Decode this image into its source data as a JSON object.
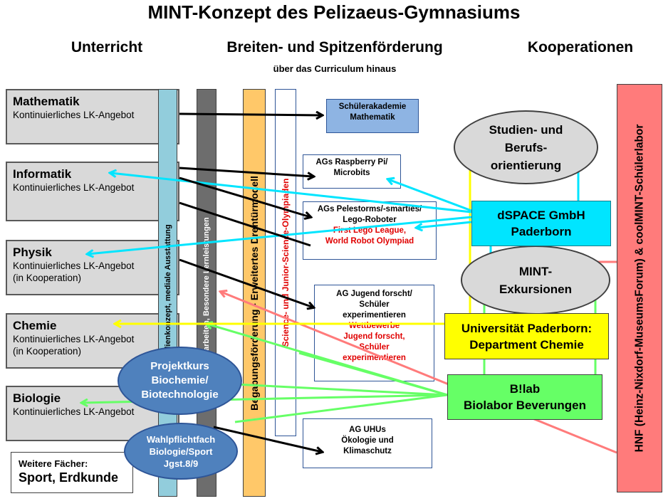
{
  "title": "MINT-Konzept des Pelizaeus-Gymnasiums",
  "columns": {
    "unterricht": "Unterricht",
    "foerderung": "Breiten- und Spitzenförderung",
    "foerderung_sub": "über das Curriculum hinaus",
    "kooperationen": "Kooperationen"
  },
  "subjects": [
    {
      "name": "Mathematik",
      "desc1": "Kontinuierliches LK-Angebot",
      "desc2": ""
    },
    {
      "name": "Informatik",
      "desc1": "Kontinuierliches LK-Angebot",
      "desc2": ""
    },
    {
      "name": "Physik",
      "desc1": "Kontinuierliches LK-Angebot",
      "desc2": "(in Kooperation)"
    },
    {
      "name": "Chemie",
      "desc1": "Kontinuierliches LK-Angebot",
      "desc2": "(in Kooperation)"
    },
    {
      "name": "Biologie",
      "desc1": "Kontinuierliches LK-Angebot",
      "desc2": ""
    }
  ],
  "weitere": {
    "label": "Weitere Fächer:",
    "value": "Sport, Erdkunde"
  },
  "bars": {
    "medien": "Medienkonzept, mediale Ausstattung",
    "facharbeiten": "Facharbeiten, Besondere Lernleistungen",
    "begabung": "Begabungsförderung - Erweitertes Drehtürmodell",
    "olympiaden": "Science- und Junior-Science-Olympiaden"
  },
  "ellipses": {
    "projektkurs": [
      "Projektkurs",
      "Biochemie/",
      "Biotechnologie"
    ],
    "wahlpflicht": [
      "Wahlpflichtfach",
      "Biologie/Sport",
      "Jgst.8/9"
    ],
    "studien": [
      "Studien- und",
      "Berufs-",
      "orientierung"
    ],
    "exkursionen": [
      "MINT-",
      "Exkursionen"
    ]
  },
  "activities": {
    "schuelerakademie": [
      "Schülerakademie",
      "Mathematik"
    ],
    "raspberry": [
      "AGs Raspberry  Pi/",
      "Microbits"
    ],
    "pelestorms": [
      "AGs Pelestorms/-smarties/",
      "Lego-Roboter"
    ],
    "pelestorms_red": [
      "First Lego League,",
      "World Robot Olympiad"
    ],
    "jugend": [
      "AG Jugend forscht/",
      "Schüler",
      "experimentieren"
    ],
    "jugend_red": [
      "Wettbewerbe",
      "Jugend forscht,",
      "Schüler",
      "experimentieren"
    ],
    "uhus": [
      "AG UHUs",
      "Ökologie und",
      "Klimaschutz"
    ]
  },
  "partners": {
    "dspace": [
      "dSPACE GmbH",
      "Paderborn"
    ],
    "uni": [
      "Universität Paderborn:",
      "Department Chemie"
    ],
    "blab": [
      "B!lab",
      "Biolabor Beverungen"
    ],
    "hnf": "HNF (Heinz-Nixdorf-MuseumsForum) & coolMINT-Schülerlabor"
  },
  "colors": {
    "cyan": "#00e5ff",
    "yellow": "#ffff00",
    "green": "#66ff66",
    "pink": "#ff7b7b",
    "blue_box": "#8eb4e3",
    "ellipse_blue": "#4f81bd",
    "bar_blue": "#92cddc",
    "bar_gray": "#6d6d6d",
    "bar_orange": "#ffc869"
  }
}
